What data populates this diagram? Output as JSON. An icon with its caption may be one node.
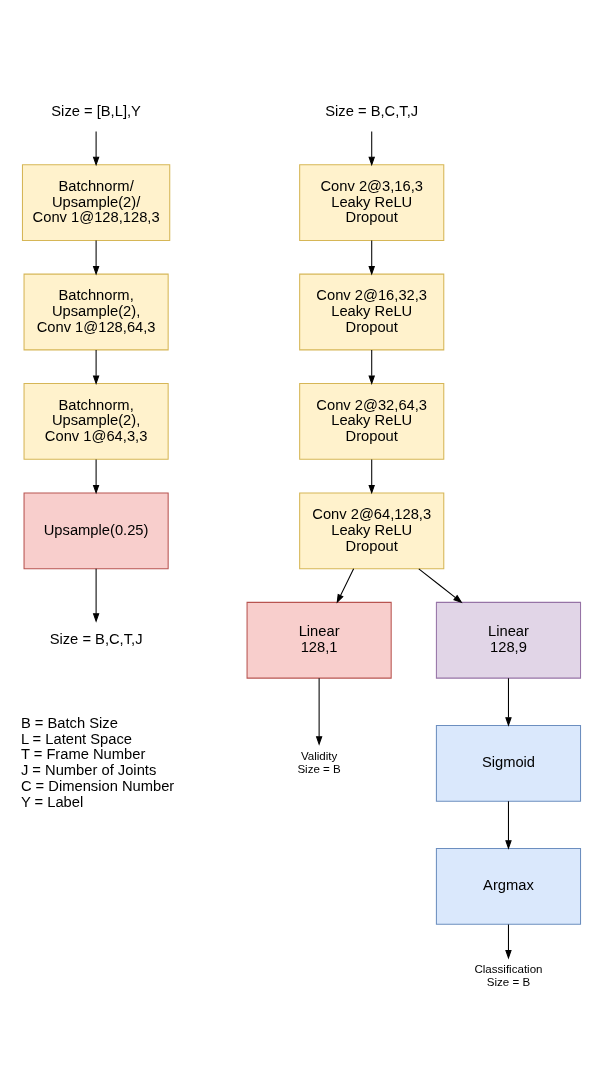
{
  "diagram": {
    "nodes": [
      {
        "text": [
          "Size = [B,L],Y"
        ]
      },
      {
        "text": [
          "Batchnorm/ Upsample(2)/ Conv 1@128,128,3"
        ]
      },
      {
        "text": [
          "Batchnorm, Upsample(2), Conv 1@128,64,3"
        ]
      },
      {
        "text": [
          "Batchnorm, Upsample(2), Conv 1@64,3,3"
        ]
      },
      {
        "text": [
          "Upsample(0.25)"
        ]
      },
      {
        "text": [
          "Size = B,C,T,J"
        ]
      },
      {
        "text": [
          "Size = B,C,T,J"
        ]
      },
      {
        "text": [
          "Conv 2@3,16,3 Leaky ReLU Dropout"
        ]
      },
      {
        "text": [
          "Conv 2@16,32,3 Leaky ReLU Dropout"
        ]
      },
      {
        "text": [
          "Conv 2@32,64,3 Leaky ReLU Dropout"
        ]
      },
      {
        "text": [
          "Conv 2@64,128,3 Leaky ReLU Dropout"
        ]
      },
      {
        "text": [
          "Linear 128,1"
        ]
      },
      {
        "text": [
          "Linear 128,9"
        ]
      },
      {
        "text": [
          "Validity Size = B"
        ]
      },
      {
        "text": [
          "Sigmoid"
        ]
      },
      {
        "text": [
          "Argmax"
        ]
      },
      {
        "text": [
          "Classification Size = B"
        ]
      }
    ],
    "edges": [
      {
        "from": 0,
        "to": 1,
        "arrow": "to"
      },
      {
        "from": 1,
        "to": 2,
        "arrow": "to"
      },
      {
        "from": 2,
        "to": 3,
        "arrow": "to"
      },
      {
        "from": 3,
        "to": 4,
        "arrow": "to"
      },
      {
        "from": 4,
        "to": 5,
        "arrow": "to"
      },
      {
        "from": 6,
        "to": 7,
        "arrow": "to"
      },
      {
        "from": 7,
        "to": 8,
        "arrow": "to"
      },
      {
        "from": 8,
        "to": 9,
        "arrow": "to"
      },
      {
        "from": 9,
        "to": 10,
        "arrow": "to"
      },
      {
        "from": 10,
        "to": 11,
        "arrow": "to"
      },
      {
        "from": 10,
        "to": 12,
        "arrow": "to"
      },
      {
        "from": 11,
        "to": 13,
        "arrow": "to"
      },
      {
        "from": 12,
        "to": 14,
        "arrow": "to"
      },
      {
        "from": 14,
        "to": 15,
        "arrow": "to"
      },
      {
        "from": 15,
        "to": 16,
        "arrow": "to"
      }
    ],
    "labels": [
      "B = Batch Size",
      "L = Latent Space",
      "T = Frame Number",
      "J = Number of Joints",
      "C = Dimension Number",
      "Y = Label"
    ]
  }
}
